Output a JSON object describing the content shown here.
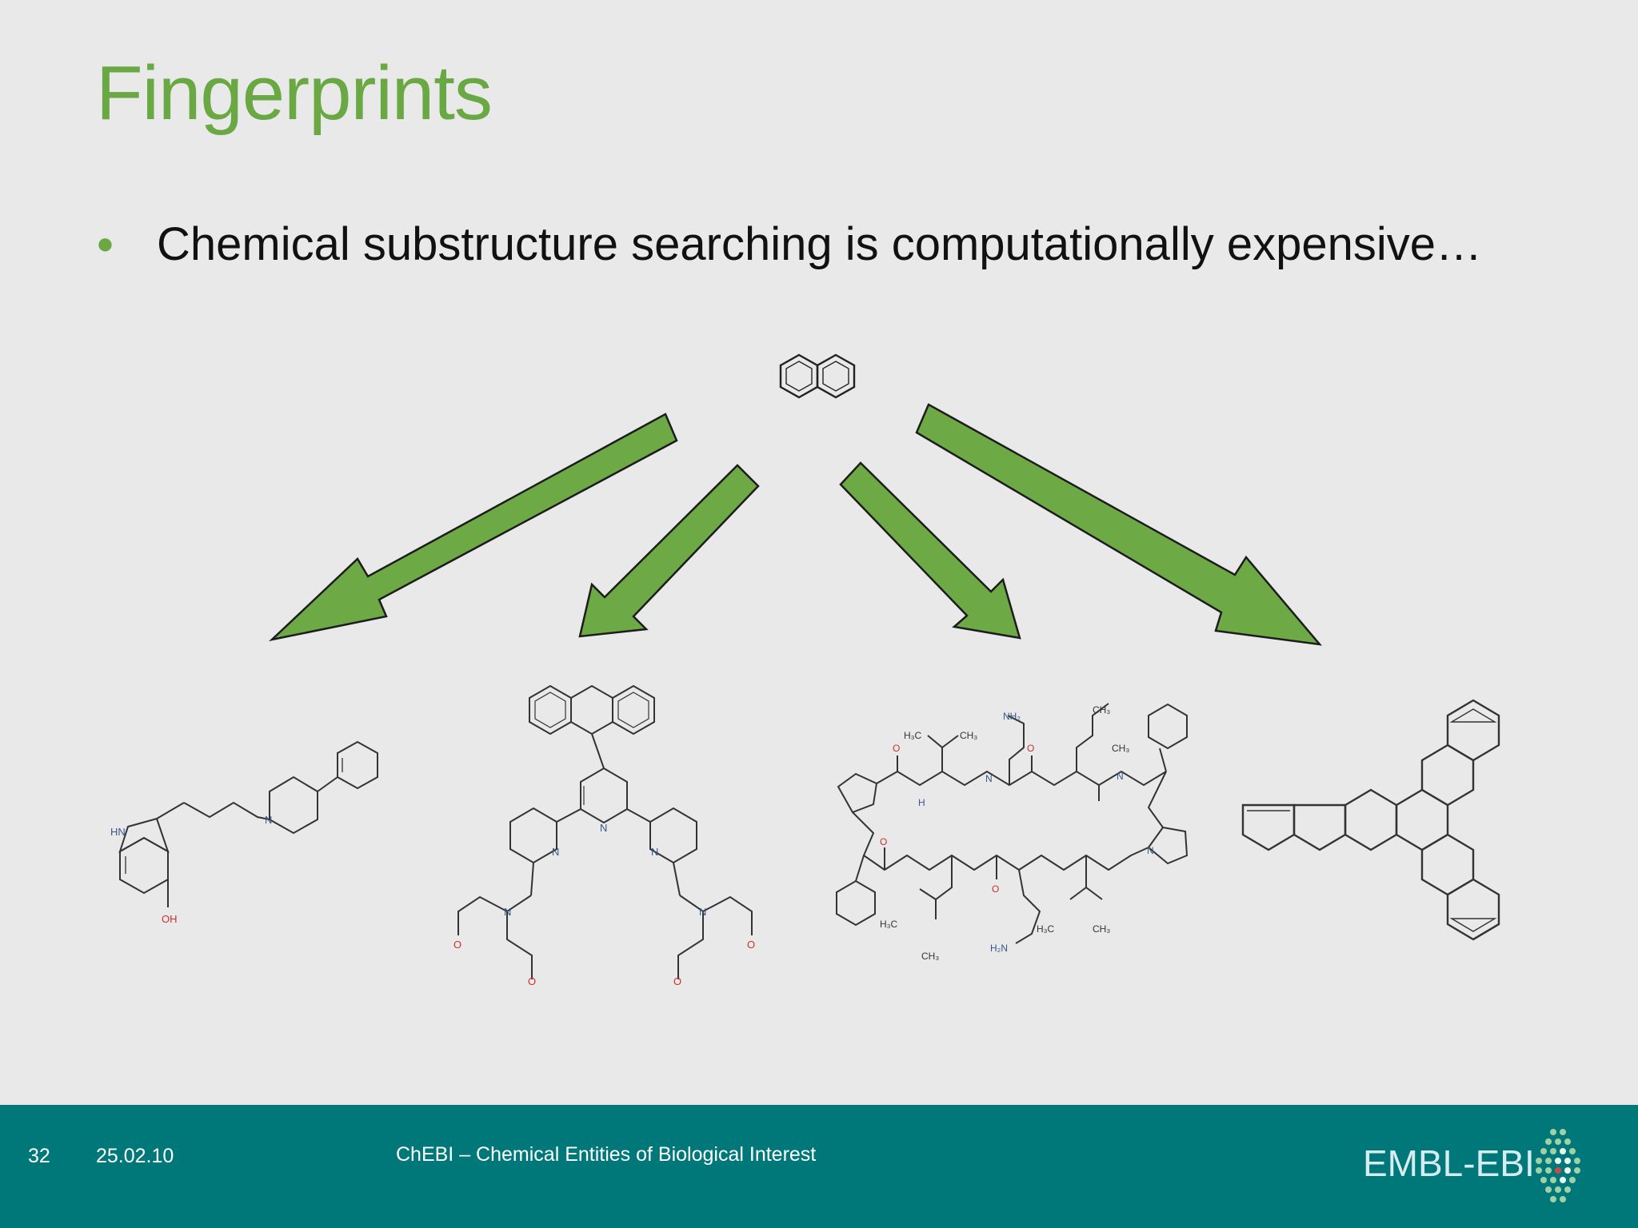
{
  "slide": {
    "title": "Fingerprints",
    "bullet": "Chemical substructure searching is computationally expensive…"
  },
  "molecules": {
    "query": "naphthalene-icon",
    "results": [
      "indole-piperidine-molecule-icon",
      "anthracene-terpyridine-molecule-icon",
      "cyclic-peptide-molecule-icon",
      "hexabenzotriphenylene-molecule-icon"
    ]
  },
  "molecule_labels": {
    "hn": "HN",
    "oh": "OH",
    "n": "N",
    "nh2": "NH₂",
    "h2n": "H₂N",
    "ch3": "CH₃",
    "h3c": "H₃C",
    "h": "H",
    "o": "O"
  },
  "footer": {
    "slide_number": "32",
    "date": "25.02.10",
    "title": "ChEBI – Chemical Entities of Biological Interest",
    "logo": "EMBL-EBI"
  },
  "colors": {
    "accent": "#6aa844",
    "footer_bg": "#00787a",
    "background": "#e9e9e9"
  }
}
